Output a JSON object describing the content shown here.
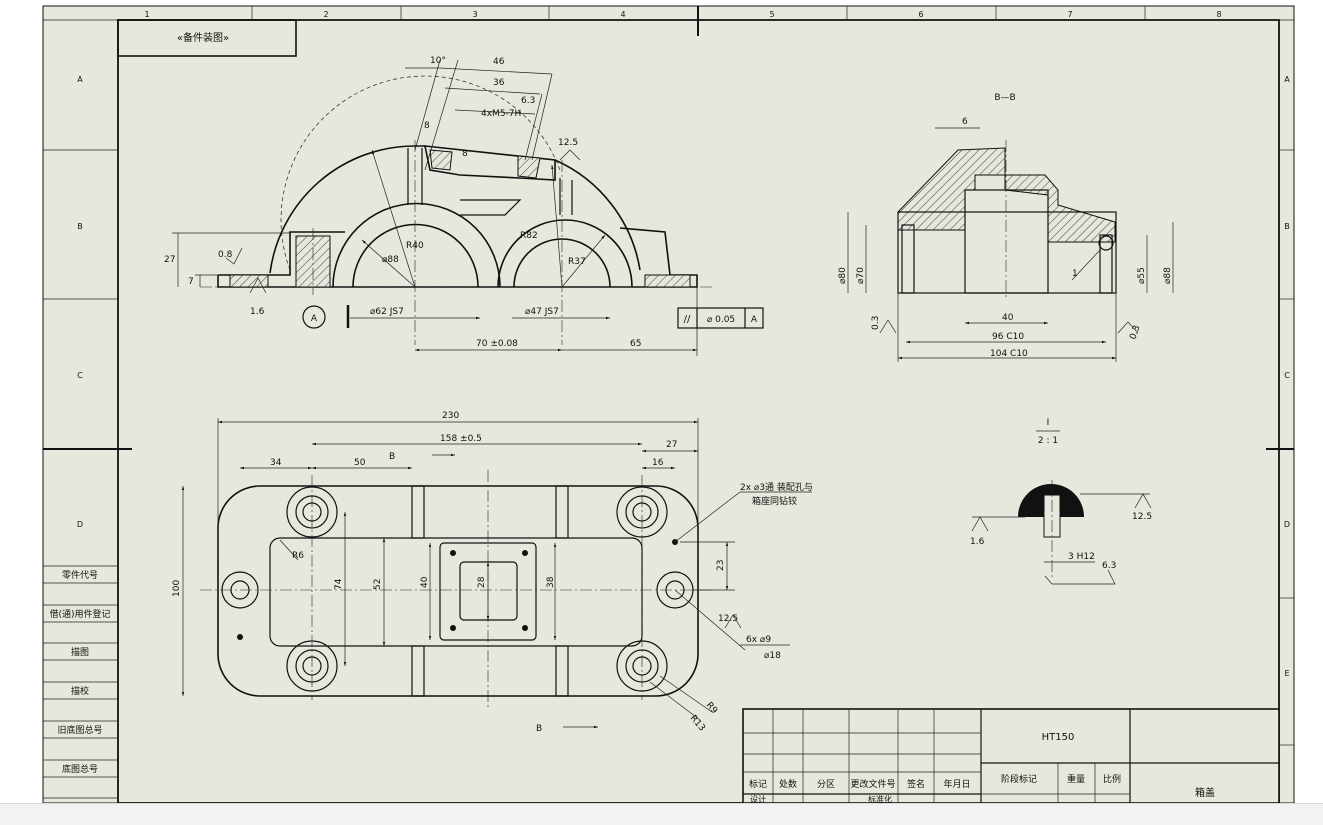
{
  "header_title": "«备件装图»",
  "col_numbers": [
    "1",
    "2",
    "3",
    "4",
    "5",
    "6",
    "7",
    "8"
  ],
  "row_letters": [
    "A",
    "B",
    "C",
    "D",
    "E"
  ],
  "left_table": [
    "零件代号",
    "借(通)用件登记",
    "描图",
    "描校",
    "旧底图总号",
    "底图总号"
  ],
  "front_view": {
    "dims": [
      "10°",
      "46",
      "36",
      "6.3",
      "4xM5-7H",
      "8",
      "8",
      "12.5",
      "0.8",
      "27",
      "7",
      "1.6",
      "R40",
      "R82",
      "R37",
      "⌀88",
      "⌀62 JS7",
      "⌀47 JS7",
      "70 ±0.08",
      "65"
    ],
    "tolerance_frame": [
      "//",
      "⌀ 0.05",
      "A"
    ],
    "datum": "A"
  },
  "section_view": {
    "title": "B—B",
    "dims": [
      "6",
      "⌀80",
      "⌀70",
      "⌀55",
      "⌀88",
      "1",
      "40",
      "96 C10",
      "104 C10",
      "0.3",
      "0.3"
    ]
  },
  "detail_view": {
    "scale_num": "I",
    "scale_den": "2 : 1",
    "dims": [
      "12.5",
      "1.6",
      "3 H12",
      "6.3"
    ]
  },
  "plan_view": {
    "dims": [
      "230",
      "158 ±0.5",
      "27",
      "34",
      "50",
      "16",
      "R6",
      "74",
      "52",
      "40",
      "28",
      "38",
      "23",
      "100",
      "12.5",
      "6x ⌀9",
      "⌀18",
      "R9",
      "R13"
    ],
    "section_label": "B",
    "section_label_bottom": "B",
    "note_line1": "2x ⌀3通 装配孔与",
    "note_line2": "箱座同钻铰"
  },
  "title_block": {
    "material": "HT150",
    "part_name": "箱盖",
    "headers": [
      "标记",
      "处数",
      "分区",
      "更改文件号",
      "签名",
      "年月日"
    ],
    "stage_label": "阶段标记",
    "weight_label": "重量",
    "scale_label": "比例",
    "row_labels": [
      "设计",
      "标准化"
    ]
  }
}
